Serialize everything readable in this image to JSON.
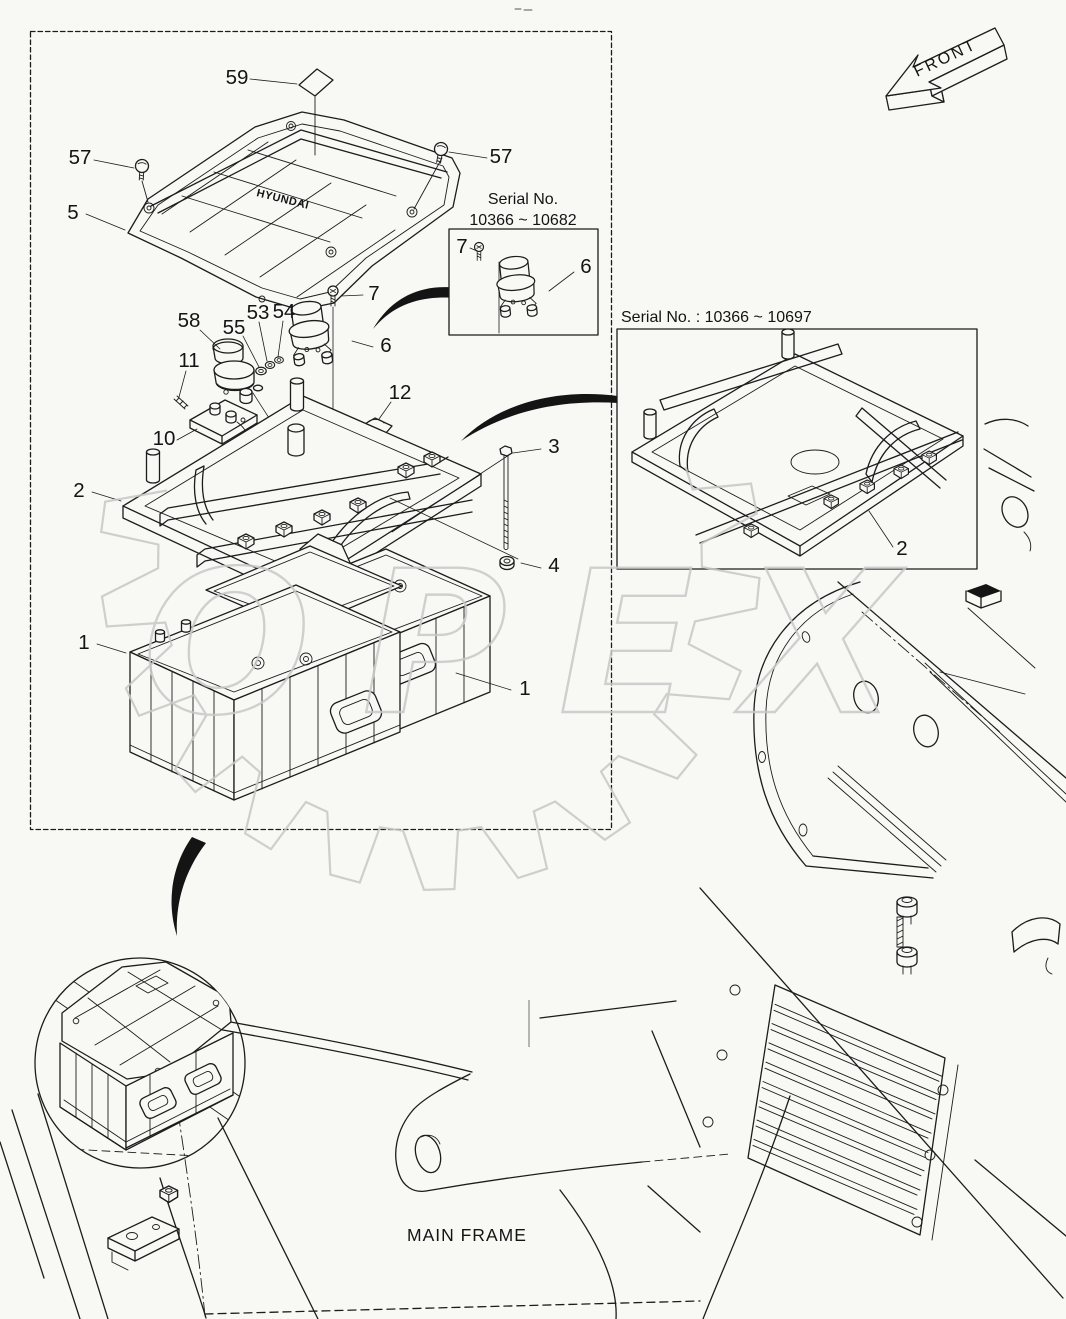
{
  "page": {
    "watermark_text": "OPEX",
    "front_arrow_label": "FRONT",
    "main_frame_label": "MAIN FRAME",
    "cover_brand": "HYUNDAI"
  },
  "callouts": {
    "top": {
      "line1": "Serial No.",
      "line2": "10366 ~ 10682",
      "screw": "7",
      "solenoid": "6"
    },
    "right": {
      "title": "Serial No. : 10366 ~ 10697",
      "tray": "2"
    }
  },
  "labels": {
    "sticker": "59",
    "wing_bolt_left": "57",
    "wing_bolt_right": "57",
    "cover": "5",
    "screw": "7",
    "solenoid": "6",
    "switch": "58",
    "washer55": "55",
    "washer53": "53",
    "washer54": "54",
    "pin": "11",
    "clamp": "12",
    "bracket": "10",
    "tray": "2",
    "bolt": "3",
    "nut": "4",
    "battery_left": "1",
    "battery_right": "1"
  }
}
